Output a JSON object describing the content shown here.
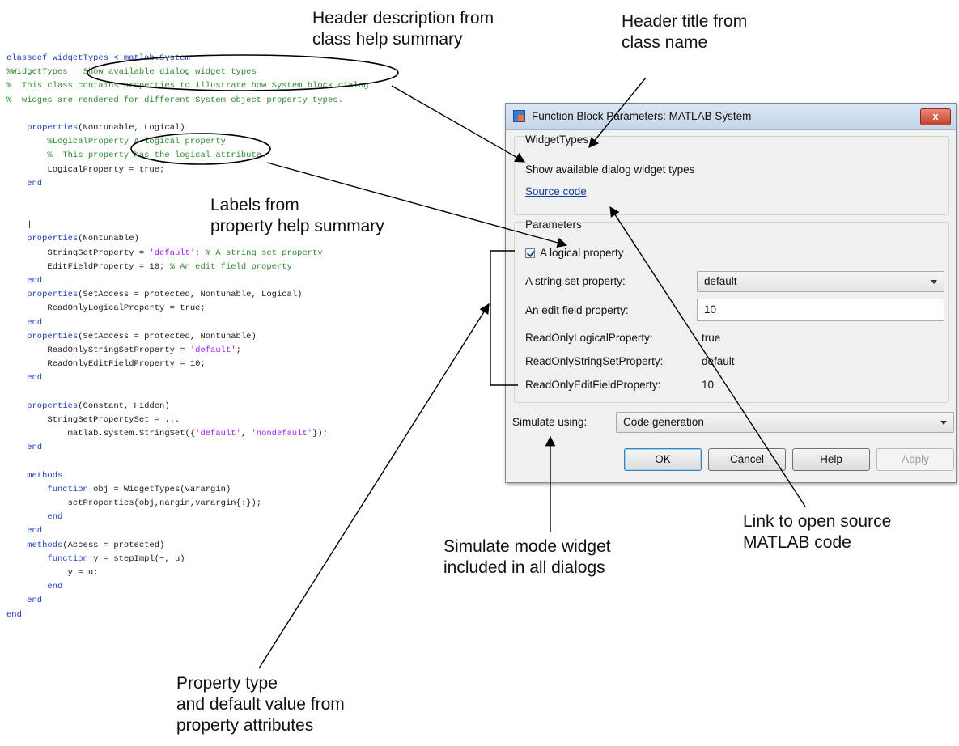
{
  "code_lines": [
    [
      {
        "t": "classdef WidgetTypes < matlab.System",
        "c": "k"
      }
    ],
    [
      {
        "t": "%WidgetTypes   Show available dialog widget types",
        "c": "c"
      }
    ],
    [
      {
        "t": "%  This class contains properties to illustrate how System block dialog",
        "c": "c"
      }
    ],
    [
      {
        "t": "%  widges are rendered for different System object property types.",
        "c": "c"
      }
    ],
    [
      {
        "t": "",
        "c": ""
      }
    ],
    [
      {
        "t": "    properties",
        "c": "k"
      },
      {
        "t": "(Nontunable, Logical)",
        "c": ""
      }
    ],
    [
      {
        "t": "        %LogicalProperty A logical property",
        "c": "c"
      }
    ],
    [
      {
        "t": "        %  This property has the logical attribute.",
        "c": "c"
      }
    ],
    [
      {
        "t": "        LogicalProperty = true;",
        "c": ""
      }
    ],
    [
      {
        "t": "    end",
        "c": "k"
      }
    ],
    [
      {
        "t": "",
        "c": ""
      }
    ],
    [
      {
        "t": "",
        "c": ""
      }
    ],
    [
      {
        "t": "    |",
        "c": ""
      }
    ],
    [
      {
        "t": "    properties",
        "c": "k"
      },
      {
        "t": "(Nontunable)",
        "c": ""
      }
    ],
    [
      {
        "t": "        StringSetProperty = ",
        "c": ""
      },
      {
        "t": "'default'",
        "c": "s"
      },
      {
        "t": "; % A string set property",
        "c": "c"
      }
    ],
    [
      {
        "t": "        EditFieldProperty = 10; ",
        "c": ""
      },
      {
        "t": "% An edit field property",
        "c": "c"
      }
    ],
    [
      {
        "t": "    end",
        "c": "k"
      }
    ],
    [
      {
        "t": "    properties",
        "c": "k"
      },
      {
        "t": "(SetAccess = protected, Nontunable, Logical)",
        "c": ""
      }
    ],
    [
      {
        "t": "        ReadOnlyLogicalProperty = true;",
        "c": ""
      }
    ],
    [
      {
        "t": "    end",
        "c": "k"
      }
    ],
    [
      {
        "t": "    properties",
        "c": "k"
      },
      {
        "t": "(SetAccess = protected, Nontunable)",
        "c": ""
      }
    ],
    [
      {
        "t": "        ReadOnlyStringSetProperty = ",
        "c": ""
      },
      {
        "t": "'default'",
        "c": "s"
      },
      {
        "t": ";",
        "c": ""
      }
    ],
    [
      {
        "t": "        ReadOnlyEditFieldProperty = 10;",
        "c": ""
      }
    ],
    [
      {
        "t": "    end",
        "c": "k"
      }
    ],
    [
      {
        "t": "",
        "c": ""
      }
    ],
    [
      {
        "t": "    properties",
        "c": "k"
      },
      {
        "t": "(Constant, Hidden)",
        "c": ""
      }
    ],
    [
      {
        "t": "        StringSetPropertySet = ...",
        "c": ""
      }
    ],
    [
      {
        "t": "            matlab.system.StringSet({",
        "c": ""
      },
      {
        "t": "'default'",
        "c": "s"
      },
      {
        "t": ", ",
        "c": ""
      },
      {
        "t": "'nondefault'",
        "c": "s"
      },
      {
        "t": "});",
        "c": ""
      }
    ],
    [
      {
        "t": "    end",
        "c": "k"
      }
    ],
    [
      {
        "t": "",
        "c": ""
      }
    ],
    [
      {
        "t": "    methods",
        "c": "k"
      }
    ],
    [
      {
        "t": "        function",
        "c": "k"
      },
      {
        "t": " obj = WidgetTypes(varargin)",
        "c": ""
      }
    ],
    [
      {
        "t": "            setProperties(obj,nargin,varargin{:});",
        "c": ""
      }
    ],
    [
      {
        "t": "        end",
        "c": "k"
      }
    ],
    [
      {
        "t": "    end",
        "c": "k"
      }
    ],
    [
      {
        "t": "    methods",
        "c": "k"
      },
      {
        "t": "(Access = protected)",
        "c": ""
      }
    ],
    [
      {
        "t": "        function",
        "c": "k"
      },
      {
        "t": " y = stepImpl(~, u)",
        "c": ""
      }
    ],
    [
      {
        "t": "            y = u;",
        "c": ""
      }
    ],
    [
      {
        "t": "        end",
        "c": "k"
      }
    ],
    [
      {
        "t": "    end",
        "c": "k"
      }
    ],
    [
      {
        "t": "end",
        "c": "k"
      }
    ]
  ],
  "annotations": {
    "header_description": "Header description from\nclass help summary",
    "header_title": "Header title from\nclass name",
    "labels": "Labels from\nproperty help summary",
    "link": "Link to open source\nMATLAB code",
    "simulate": "Simulate mode widget\nincluded in all dialogs",
    "property_type": "Property type\nand default value from\nproperty attributes"
  },
  "dialog": {
    "title": "Function Block Parameters: MATLAB System",
    "close_glyph": "x",
    "header": {
      "title": "WidgetTypes",
      "description": "Show available dialog widget types",
      "link": "Source code"
    },
    "parameters_title": "Parameters",
    "checkbox_label": "A logical property",
    "string_set_label": "A string set property:",
    "string_set_value": "default",
    "edit_field_label": "An edit field property:",
    "edit_field_value": "10",
    "readonly_logical_label": "ReadOnlyLogicalProperty:",
    "readonly_logical_value": "true",
    "readonly_stringset_label": "ReadOnlyStringSetProperty:",
    "readonly_stringset_value": "default",
    "readonly_editfield_label": "ReadOnlyEditFieldProperty:",
    "readonly_editfield_value": "10",
    "simulate_label": "Simulate using:",
    "simulate_value": "Code generation",
    "buttons": {
      "ok": "OK",
      "cancel": "Cancel",
      "help": "Help",
      "apply": "Apply"
    }
  }
}
